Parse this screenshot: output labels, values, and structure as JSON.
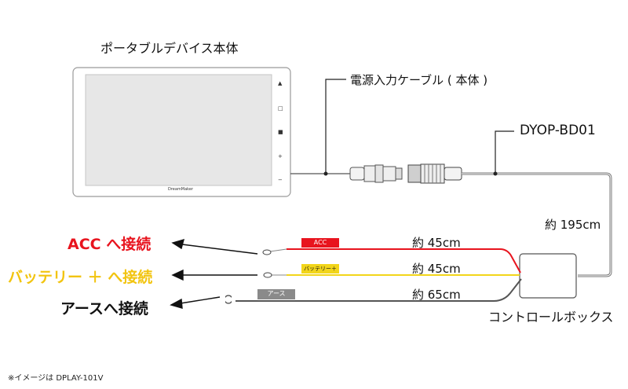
{
  "device": {
    "title": "ポータブルデバイス本体",
    "brand": "DreamMaker",
    "buttons": [
      "▲",
      "□",
      "■",
      "+",
      "−"
    ]
  },
  "cables": {
    "power_cable": "電源入力ケーブル ( 本体 )",
    "model": "DYOP-BD01",
    "length_main": "約 195cm"
  },
  "wires": [
    {
      "tag": "ACC",
      "length": "約 45cm",
      "dest": "ACC へ接続",
      "color": "#e8141e"
    },
    {
      "tag": "バッテリー＋",
      "length": "約 45cm",
      "dest": "バッテリー ＋ へ接続",
      "color": "#f2d51a"
    },
    {
      "tag": "アース",
      "length": "約 65cm",
      "dest": "アースへ接続",
      "color": "#6b6b6b"
    }
  ],
  "control_box": "コントロールボックス",
  "footnote": "※イメージは DPLAY-101V"
}
